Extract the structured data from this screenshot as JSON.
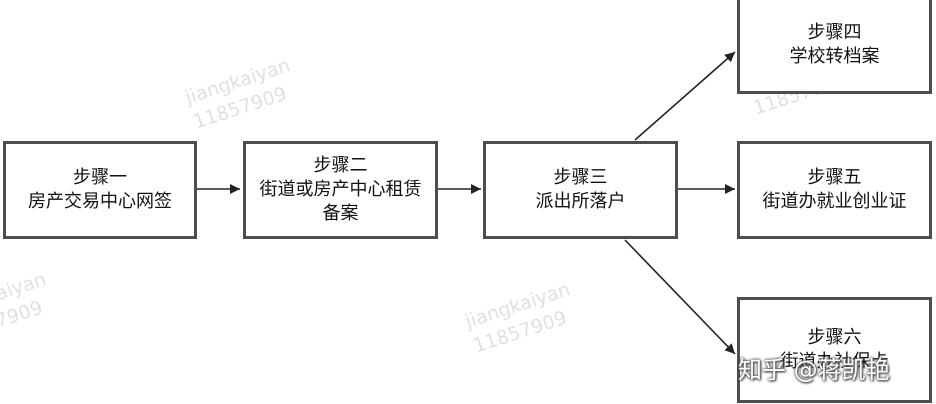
{
  "steps": [
    {
      "id": "step1",
      "title": "步骤一",
      "lines": [
        "房产交易中心网签"
      ]
    },
    {
      "id": "step2",
      "title": "步骤二",
      "lines": [
        "街道或房产中心租赁",
        "备案"
      ]
    },
    {
      "id": "step3",
      "title": "步骤三",
      "lines": [
        "派出所落户"
      ]
    },
    {
      "id": "step4",
      "title": "步骤四",
      "lines": [
        "学校转档案"
      ]
    },
    {
      "id": "step5",
      "title": "步骤五",
      "lines": [
        "街道办就业创业证"
      ]
    },
    {
      "id": "step6",
      "title": "步骤六",
      "lines": [
        "街道办社保卡"
      ]
    }
  ],
  "edges": [
    {
      "from": "step1",
      "to": "step2"
    },
    {
      "from": "step2",
      "to": "step3"
    },
    {
      "from": "step3",
      "to": "step4"
    },
    {
      "from": "step3",
      "to": "step5"
    },
    {
      "from": "step3",
      "to": "step6"
    }
  ],
  "watermark": {
    "user": "jiangkaiyan",
    "number": "11857909"
  },
  "brand": "知乎 @蒋凯艳",
  "colors": {
    "border": "#4d4d4d",
    "arrow": "#222222",
    "text": "#111111"
  }
}
